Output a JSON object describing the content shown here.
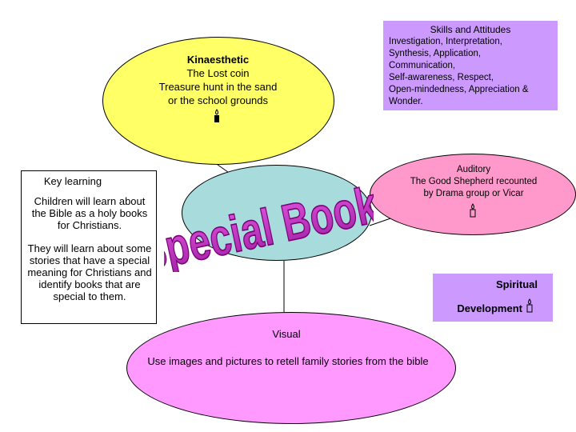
{
  "kinaesthetic": {
    "title": "Kinaesthetic",
    "lines": [
      "The Lost coin",
      "Treasure hunt in the sand",
      "or the school grounds"
    ],
    "icon": "candle-icon"
  },
  "skills": {
    "title": "Skills and Attitudes",
    "lines": [
      "Investigation, Interpretation,",
      "Synthesis, Application,",
      "Communication,",
      "Self-awareness, Respect,",
      "Open-mindedness, Appreciation &",
      "Wonder."
    ]
  },
  "center": {
    "title": "Special Books"
  },
  "auditory": {
    "lines": [
      "Auditory",
      "The Good Shepherd recounted",
      "by Drama group or Vicar"
    ],
    "icon": "candle-icon"
  },
  "key_learning": {
    "title": "Key learning",
    "p1": "Children will learn about the Bible as a holy books for Christians.",
    "p2": "They will learn about some stories that have a special meaning for Christians and identify books that are special to them."
  },
  "spiritual": {
    "line1": "Spiritual",
    "line2": "Development",
    "icon": "candle-icon"
  },
  "visual": {
    "title": "Visual",
    "text": "Use images and pictures to retell family stories from the bible"
  },
  "colors": {
    "kinaesthetic": "#ffff66",
    "skills": "#cc99ff",
    "center": "#a8dcdc",
    "auditory": "#ff99cc",
    "visual": "#ff99ff",
    "title": "#cc33cc"
  }
}
